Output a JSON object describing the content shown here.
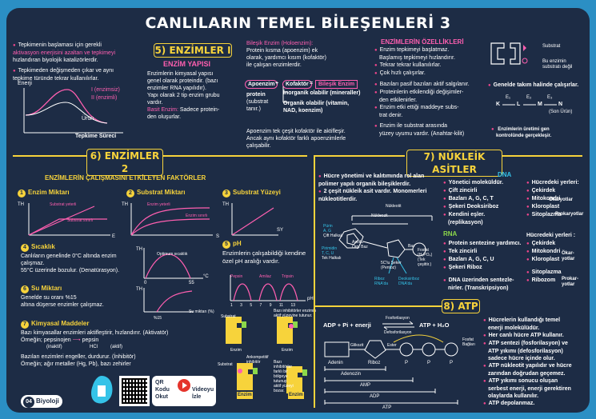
{
  "title": "CANLILARIN TEMEL BİLEŞENLERİ 3",
  "s5": {
    "header": "5) ENZİMLER I",
    "intro1": [
      "Tepkimenin başlaması için gerekli",
      "aktivasyon enerjisini azaltan ve tepkimeyi",
      "hızlandıran biyolojik katalizörlerdir."
    ],
    "intro2": [
      "Tepkimeden değişmeden çıkar ve aynı",
      "tepkime türünde tekrar kullanılırlar."
    ],
    "graph": {
      "energy": "Enerji",
      "e1": "I (enzimsiz)",
      "e2": "II (enzimli)",
      "urun": "Ürün",
      "time": "Tepkime Süreci"
    },
    "yapi_title": "ENZİM YAPISI",
    "yapi_lines": [
      "Enzimlerin kimyasal yapısı",
      "genel olarak proteindir. (bazı",
      "enzimler RNA yapılıdır).",
      "Yapı olarak 2 tip enzim grubu",
      "vardır."
    ],
    "basit_label": "Basit Enzim:",
    "basit_text": [
      "Sadece protein-",
      "den oluşurlar."
    ],
    "bilesik_title": "Bileşik Enzim (Holoenzim):",
    "bilesik_lines": [
      "Protein kısma (apoenzim) ek",
      "olarak, yardımcı kısım (kofaktör)",
      "ile çalışan enzimlerdir."
    ],
    "apo": "Apoenzim",
    "plus": "+",
    "kofaktor": "Kofaktör",
    "eq": "=",
    "bilesik_enzim": "Bileşik Enzim",
    "protein_lines": [
      "protein",
      "(substrat",
      "tanır.)"
    ],
    "inorganik": "İnorganik olabilir (mineraller)",
    "organik": "Organik olabilir (vitamin,",
    "nad": "NAD, koenzim)",
    "apo_note": [
      "Apoenzim tek çeşit kofaktör ile aktifleşir.",
      "Ancak aynı kofaktör farklı apoenzimlerle",
      "çalışabilir."
    ],
    "ozellik_title": "ENZİMLERİN ÖZELLİKLERİ",
    "ozellik": [
      "Enzim tepkimeyi başlatmaz.",
      "Başlamış tepkimeyi hızlandırır.",
      "Tekrar tekrar kullanılırlar.",
      "Çok hızlı çalışırlar.",
      "Bazıları pasif bazıları aktif salgılanır.",
      "Proteinlerin etkilendiği değişimler-",
      "den etkilenirler.",
      "Enzim etki ettiği maddeye subs-",
      "trat denir.",
      "Enzim ile substrat arasında",
      "yüzey uyumu vardır. (Anahtar-kilit)"
    ],
    "substrat": "Substrat",
    "uyum": [
      "Bu enzimin",
      "substratı değil"
    ],
    "takim": "Genelde takım halinde çalışırlar.",
    "chain": {
      "k": "K",
      "l": "L",
      "m": "M",
      "n": "N",
      "e1": "E₁",
      "e2": "E₂",
      "e3": "E₃",
      "son": "(Son Ürün)"
    },
    "uretim": [
      "Enzimlerin üretimi gen",
      "kontrolünde gerçekleşir."
    ]
  },
  "s6": {
    "header": "6) ENZİMLER 2",
    "faktor_title": "ENZİMLERİN ÇALIŞMASINI ETKİLEYEN FAKTÖRLER",
    "f1": "Enzim Miktarı",
    "f2": "Substrat Miktarı",
    "f3": "Substrat Yüzeyi",
    "th": "TH",
    "g1a": "Substrat yeterli",
    "g1b": "Substrat sınırlı",
    "g2a": "Enzim yeterli",
    "g2b": "Enzim sınırlı",
    "axis_e": "E",
    "axis_s": "S",
    "axis_sy": "SY",
    "f4": "Sıcaklık",
    "f4_lines": [
      "Canlıların genelinde 0°C altında enzim",
      "çalışmaz.",
      "55°C üzerinde bozulur. (Denatürasyon)."
    ],
    "opt": "Optimum sıcaklık",
    "t0": "0",
    "t55": "55",
    "tc": "°C",
    "f5": "pH",
    "f5_lines": [
      "Enzimlerin çalışabildiği kendine",
      "özel pH aralığı vardır."
    ],
    "pepsin": "Pepsin",
    "amilaz": "Amilaz",
    "tripsin": "Tripsin",
    "ph_ticks": [
      "1",
      "3",
      "5",
      "7",
      "9",
      "11",
      "13"
    ],
    "ph": "pH",
    "f6": "Su Miktarı",
    "f6_lines": [
      "Genelde su oranı %15",
      "altına düşerse enzimler çalışmaz."
    ],
    "su_axis": "Su miktarı (%)",
    "su15": "%15",
    "f7": "Kimyasal Maddeler",
    "f7_lines": [
      "Bazı kimyasallar enzimleri aktifleştirir, hızlandırır. (Aktivatör)"
    ],
    "ornek": "Örneğin;",
    "pepsinojen": "pepsinojen",
    "hcl": "HCl",
    "pepsin2": "pepsin",
    "inaktif": "(inaktif)",
    "aktif": "(aktif)",
    "f7_lines2": [
      "Bazıları enzimleri engeller, durdurur. (İnhibitör)",
      "Örneğin; ağır metaller (Hg, Pb), bazı zehirler"
    ],
    "enzim": "Enzim",
    "substrat": "Substrat",
    "inhibitor_note": [
      "Bazı inhibitörler enzimin",
      "aktif yüzeyine tutunur."
    ],
    "kompetitif": [
      "Ankompetitif",
      "inhibitör"
    ],
    "inhibitor_note2": [
      "Bazı",
      "inhibitörler",
      "farklı bir",
      "bölgeye",
      "tutunup",
      "aktif yüzeyi",
      "bozar."
    ]
  },
  "s7": {
    "header": "7) NÜKLEİK ASİTLER",
    "intro": [
      "Hücre yönetimi ve kalıtımında rol alan",
      "polimer yapılı organik bileşiklerdir.",
      "2 çeşit nükleik asit vardır. Monomerleri",
      "nükleotitlerdir."
    ],
    "nukleotit": "Nükleotit",
    "nukleozit": "Nükleozit",
    "purin": [
      "Pürin",
      "A, G",
      "Çift Halkalı"
    ],
    "pirimidin": [
      "Pirimidin",
      "T, C, U",
      "Tek Halkalı"
    ],
    "azotlu": [
      "Azotlu",
      "Org. Baz"
    ],
    "seker": [
      "5C'lu Şeker",
      "(Pentoz)"
    ],
    "fosfat": [
      "Fosfat",
      "(H₃PO₄)",
      "(Tek",
      "çeşittir.)"
    ],
    "baz": "Baz",
    "riboz": [
      "Riboz",
      "RNA'da"
    ],
    "deoksi": [
      "Deoksiriboz",
      "DNA'da"
    ],
    "dna": "DNA",
    "dna_items": [
      "Yönetici moleküldür.",
      "Çift zincirli",
      "Bazları A, G, C, T",
      "Şekeri Deoksiriboz",
      "Kendini eşler.",
      "(replikasyon)"
    ],
    "dna_yer_title": "Hücredeki yerleri:",
    "dna_yer": [
      "Çekirdek",
      "Mitokondri",
      "Kloroplast",
      "Sitoplazma"
    ],
    "okaryotlar": "Ökaryotlar",
    "prokaryot": "Prokaryotlar",
    "rna": "RNA",
    "rna_items": [
      "Protein sentezine yardımcı.",
      "Tek zincirli",
      "Bazları A, G, C, U",
      "Şekeri Riboz",
      "DNA üzerinden sentezle-",
      "nirler. (Transkripsiyon)"
    ],
    "rna_yer_title": "Hücredeki yerleri :",
    "rna_yer": [
      "Çekirdek",
      "Mitokondri",
      "Kloroplast",
      "Sitoplazma",
      "Ribozom"
    ],
    "okar2": [
      "Ökar-",
      "yotlar"
    ],
    "prokar2": [
      "Prokar-",
      "yotlar"
    ]
  },
  "s8": {
    "header": "8) ATP",
    "eq_left": "ADP + Pi + enerji",
    "fosforilasyon": "Fosforilasyon",
    "defosforilasyon": "Defosforilasyon",
    "eq_right": "ATP + H₂O",
    "glikozit": "Glikozit",
    "ester": "Ester",
    "fosfat_baglari": [
      "Fosfat",
      "Bağları"
    ],
    "adenin": "Adenin",
    "riboz": "Riboz",
    "p": "P",
    "adenozin": "Adenozin",
    "amp": "AMP",
    "adp": "ADP",
    "atp": "ATP",
    "items": [
      "Hücrelerin kullandığı temel",
      "enerji molekülüdür.",
      "Her canlı hücre ATP kullanır.",
      "ATP sentezi (fosforilasyon) ve",
      "ATP yıkımı (defosforilasyon)",
      "sadece hücre içinde olur.",
      "ATP nükleotit yapılıdır ve hücre",
      "zarından doğrudan geçemez.",
      "ATP yıkımı sonucu oluşan",
      "serbest enerji, enerji gerektiren",
      "olaylarda kullanılır.",
      "ATP depolanmaz."
    ]
  },
  "footer": {
    "page": "04",
    "subject": "Biyoloji",
    "qr_lines": [
      "QR",
      "Kodu",
      "Okut"
    ],
    "video_lines": [
      "Videoyu",
      "İzle"
    ]
  },
  "colors": {
    "background": "#2b8fc4",
    "panel": "#1d2c45",
    "accent": "#f7d33b",
    "pink": "#f2478d",
    "cyan": "#35c3e8",
    "green": "#8cd84a"
  }
}
